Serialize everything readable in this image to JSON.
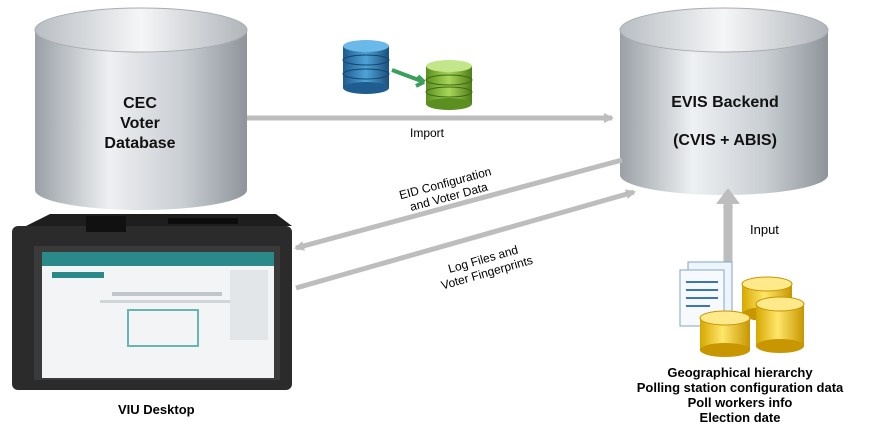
{
  "cec_db": {
    "line1": "CEC",
    "line2": "Voter",
    "line3": "Database"
  },
  "evis_db": {
    "line1": "EVIS Backend",
    "line2": "(CVIS + ABIS)"
  },
  "arrows": {
    "import": "Import",
    "eid_line1": "EID Configuration",
    "eid_line2": "and  Voter Data",
    "log_line1": "Log Files and",
    "log_line2": "Voter Fingerprints",
    "input": "Input"
  },
  "device": {
    "label": "VIU Desktop"
  },
  "inputs": {
    "items": [
      "Geographical hierarchy",
      "Polling station configuration data",
      "Poll workers info",
      "Election date"
    ]
  }
}
